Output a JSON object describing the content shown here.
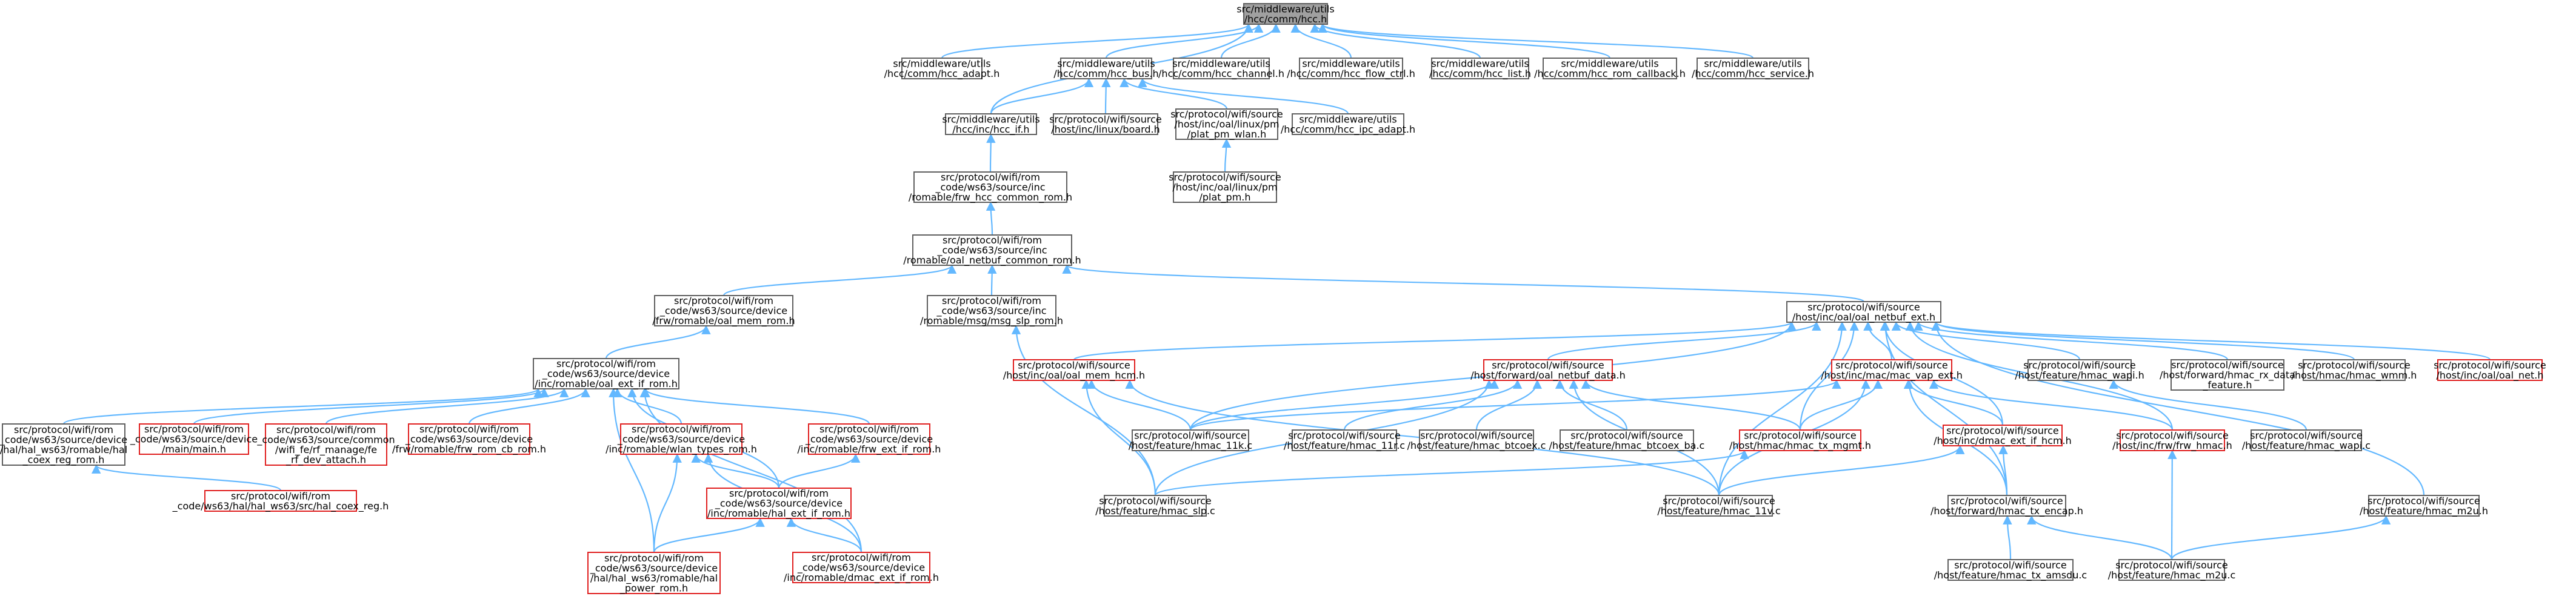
{
  "colors": {
    "edge": "#63b8ff",
    "current_fill": "#a0a0a0",
    "red_border": "#e02020",
    "normal_border": "#606060"
  },
  "nodes": [
    {
      "id": "n0",
      "lines": [
        "src/middleware/utils",
        "/hcc/comm/hcc.h"
      ],
      "style": "current"
    },
    {
      "id": "n1",
      "lines": [
        "src/middleware/utils",
        "/hcc/comm/hcc_adapt.h"
      ],
      "style": "normal"
    },
    {
      "id": "n2",
      "lines": [
        "src/middleware/utils",
        "/hcc/comm/hcc_bus.h"
      ],
      "style": "normal"
    },
    {
      "id": "n3",
      "lines": [
        "src/middleware/utils",
        "/hcc/comm/hcc_channel.h"
      ],
      "style": "normal"
    },
    {
      "id": "n4",
      "lines": [
        "src/middleware/utils",
        "/hcc/comm/hcc_flow_ctrl.h"
      ],
      "style": "normal"
    },
    {
      "id": "n5",
      "lines": [
        "src/middleware/utils",
        "/hcc/comm/hcc_list.h"
      ],
      "style": "normal"
    },
    {
      "id": "n6",
      "lines": [
        "src/middleware/utils",
        "/hcc/comm/hcc_rom_callback.h"
      ],
      "style": "normal"
    },
    {
      "id": "n7",
      "lines": [
        "src/middleware/utils",
        "/hcc/comm/hcc_service.h"
      ],
      "style": "normal"
    },
    {
      "id": "n8",
      "lines": [
        "src/middleware/utils",
        "/hcc/inc/hcc_if.h"
      ],
      "style": "normal"
    },
    {
      "id": "n9",
      "lines": [
        "src/protocol/wifi/source",
        "/host/inc/linux/board.h"
      ],
      "style": "normal"
    },
    {
      "id": "n10",
      "lines": [
        "src/protocol/wifi/source",
        "/host/inc/oal/linux/pm",
        "/plat_pm_wlan.h"
      ],
      "style": "normal"
    },
    {
      "id": "n11",
      "lines": [
        "src/middleware/utils",
        "/hcc/comm/hcc_ipc_adapt.h"
      ],
      "style": "normal"
    },
    {
      "id": "n12",
      "lines": [
        "src/protocol/wifi/rom",
        "_code/ws63/source/inc",
        "/romable/frw_hcc_common_rom.h"
      ],
      "style": "normal"
    },
    {
      "id": "n13",
      "lines": [
        "src/protocol/wifi/source",
        "/host/inc/oal/linux/pm",
        "/plat_pm.h"
      ],
      "style": "normal"
    },
    {
      "id": "n14",
      "lines": [
        "src/protocol/wifi/rom",
        "_code/ws63/source/inc",
        "/romable/oal_netbuf_common_rom.h"
      ],
      "style": "normal"
    },
    {
      "id": "n15",
      "lines": [
        "src/protocol/wifi/rom",
        "_code/ws63/source/device",
        "/frw/romable/oal_mem_rom.h"
      ],
      "style": "normal"
    },
    {
      "id": "n16",
      "lines": [
        "src/protocol/wifi/rom",
        "_code/ws63/source/inc",
        "/romable/msg/msg_slp_rom.h"
      ],
      "style": "normal"
    },
    {
      "id": "n17",
      "lines": [
        "src/protocol/wifi/source",
        "/host/inc/oal/oal_netbuf_ext.h"
      ],
      "style": "normal"
    },
    {
      "id": "n18",
      "lines": [
        "src/protocol/wifi/rom",
        "_code/ws63/source/device",
        "/inc/romable/oal_ext_if_rom.h"
      ],
      "style": "normal"
    },
    {
      "id": "n19",
      "lines": [
        "src/protocol/wifi/source",
        "/host/inc/oal/oal_mem_hcm.h"
      ],
      "style": "red"
    },
    {
      "id": "n20",
      "lines": [
        "src/protocol/wifi/source",
        "/host/forward/oal_netbuf_data.h"
      ],
      "style": "red"
    },
    {
      "id": "n21",
      "lines": [
        "src/protocol/wifi/source",
        "/host/inc/mac/mac_vap_ext.h"
      ],
      "style": "red"
    },
    {
      "id": "n22",
      "lines": [
        "src/protocol/wifi/source",
        "/host/feature/hmac_wapi.h"
      ],
      "style": "normal"
    },
    {
      "id": "n23",
      "lines": [
        "src/protocol/wifi/source",
        "/host/forward/hmac_rx_data",
        "_feature.h"
      ],
      "style": "normal"
    },
    {
      "id": "n24",
      "lines": [
        "src/protocol/wifi/source",
        "/host/hmac/hmac_wmm.h"
      ],
      "style": "normal"
    },
    {
      "id": "n25",
      "lines": [
        "src/protocol/wifi/source",
        "/host/inc/oal/oal_net.h"
      ],
      "style": "red"
    },
    {
      "id": "n26",
      "lines": [
        "src/protocol/wifi/rom",
        "_code/ws63/source/device",
        "/hal/hal_ws63/romable/hal",
        "_coex_reg_rom.h"
      ],
      "style": "normal"
    },
    {
      "id": "n27",
      "lines": [
        "src/protocol/wifi/rom",
        "_code/ws63/source/device",
        "/main/main.h"
      ],
      "style": "red"
    },
    {
      "id": "n28",
      "lines": [
        "src/protocol/wifi/rom",
        "_code/ws63/source/common",
        "/wifi_fe/rf_manage/fe",
        "_rf_dev_attach.h"
      ],
      "style": "red"
    },
    {
      "id": "n29",
      "lines": [
        "src/protocol/wifi/rom",
        "_code/ws63/source/device",
        "/frw/romable/frw_rom_cb_rom.h"
      ],
      "style": "red"
    },
    {
      "id": "n30",
      "lines": [
        "src/protocol/wifi/rom",
        "_code/ws63/source/device",
        "/inc/romable/wlan_types_rom.h"
      ],
      "style": "red"
    },
    {
      "id": "n31",
      "lines": [
        "src/protocol/wifi/rom",
        "_code/ws63/source/device",
        "/inc/romable/frw_ext_if_rom.h"
      ],
      "style": "red"
    },
    {
      "id": "n32",
      "lines": [
        "src/protocol/wifi/source",
        "/host/feature/hmac_11k.c"
      ],
      "style": "normal"
    },
    {
      "id": "n33",
      "lines": [
        "src/protocol/wifi/source",
        "/host/feature/hmac_11r.c"
      ],
      "style": "normal"
    },
    {
      "id": "n34",
      "lines": [
        "src/protocol/wifi/source",
        "/host/feature/hmac_btcoex.c"
      ],
      "style": "normal"
    },
    {
      "id": "n35",
      "lines": [
        "src/protocol/wifi/source",
        "/host/feature/hmac_btcoex_ba.c"
      ],
      "style": "normal"
    },
    {
      "id": "n36",
      "lines": [
        "src/protocol/wifi/source",
        "/host/hmac/hmac_tx_mgmt.h"
      ],
      "style": "red"
    },
    {
      "id": "n37",
      "lines": [
        "src/protocol/wifi/source",
        "/host/inc/dmac_ext_if_hcm.h"
      ],
      "style": "red"
    },
    {
      "id": "n38",
      "lines": [
        "src/protocol/wifi/source",
        "/host/inc/frw/frw_hmac.h"
      ],
      "style": "red"
    },
    {
      "id": "n39",
      "lines": [
        "src/protocol/wifi/source",
        "/host/feature/hmac_wapi.c"
      ],
      "style": "normal"
    },
    {
      "id": "n40",
      "lines": [
        "src/protocol/wifi/rom",
        "_code/ws63/hal/hal_ws63/src/hal_coex_reg.h"
      ],
      "style": "red"
    },
    {
      "id": "n41",
      "lines": [
        "src/protocol/wifi/rom",
        "_code/ws63/source/device",
        "/inc/romable/hal_ext_if_rom.h"
      ],
      "style": "red"
    },
    {
      "id": "n42",
      "lines": [
        "src/protocol/wifi/source",
        "/host/feature/hmac_slp.c"
      ],
      "style": "normal"
    },
    {
      "id": "n43",
      "lines": [
        "src/protocol/wifi/source",
        "/host/feature/hmac_11v.c"
      ],
      "style": "normal"
    },
    {
      "id": "n44",
      "lines": [
        "src/protocol/wifi/source",
        "/host/forward/hmac_tx_encap.h"
      ],
      "style": "normal"
    },
    {
      "id": "n45",
      "lines": [
        "src/protocol/wifi/source",
        "/host/feature/hmac_m2u.h"
      ],
      "style": "normal"
    },
    {
      "id": "n46",
      "lines": [
        "src/protocol/wifi/rom",
        "_code/ws63/source/device",
        "/hal/hal_ws63/romable/hal",
        "_power_rom.h"
      ],
      "style": "red"
    },
    {
      "id": "n47",
      "lines": [
        "src/protocol/wifi/rom",
        "_code/ws63/source/device",
        "/inc/romable/dmac_ext_if_rom.h"
      ],
      "style": "red"
    },
    {
      "id": "n48",
      "lines": [
        "src/protocol/wifi/source",
        "/host/feature/hmac_tx_amsdu.c"
      ],
      "style": "normal"
    },
    {
      "id": "n49",
      "lines": [
        "src/protocol/wifi/source",
        "/host/feature/hmac_m2u.c"
      ],
      "style": "normal"
    }
  ],
  "edges": [
    [
      "n1",
      "n0"
    ],
    [
      "n2",
      "n0"
    ],
    [
      "n3",
      "n0"
    ],
    [
      "n4",
      "n0"
    ],
    [
      "n5",
      "n0"
    ],
    [
      "n6",
      "n0"
    ],
    [
      "n7",
      "n0"
    ],
    [
      "n8",
      "n0"
    ],
    [
      "n8",
      "n2"
    ],
    [
      "n9",
      "n2"
    ],
    [
      "n10",
      "n2"
    ],
    [
      "n11",
      "n2"
    ],
    [
      "n12",
      "n8"
    ],
    [
      "n13",
      "n10"
    ],
    [
      "n14",
      "n12"
    ],
    [
      "n15",
      "n14"
    ],
    [
      "n16",
      "n14"
    ],
    [
      "n17",
      "n14"
    ],
    [
      "n18",
      "n15"
    ],
    [
      "n19",
      "n17"
    ],
    [
      "n20",
      "n17"
    ],
    [
      "n21",
      "n17"
    ],
    [
      "n22",
      "n17"
    ],
    [
      "n23",
      "n17"
    ],
    [
      "n24",
      "n17"
    ],
    [
      "n25",
      "n17"
    ],
    [
      "n32",
      "n17"
    ],
    [
      "n36",
      "n17"
    ],
    [
      "n37",
      "n17"
    ],
    [
      "n38",
      "n17"
    ],
    [
      "n43",
      "n17"
    ],
    [
      "n44",
      "n17"
    ],
    [
      "n45",
      "n17"
    ],
    [
      "n26",
      "n18"
    ],
    [
      "n27",
      "n18"
    ],
    [
      "n28",
      "n18"
    ],
    [
      "n29",
      "n18"
    ],
    [
      "n30",
      "n18"
    ],
    [
      "n31",
      "n18"
    ],
    [
      "n41",
      "n18"
    ],
    [
      "n46",
      "n18"
    ],
    [
      "n47",
      "n18"
    ],
    [
      "n40",
      "n26"
    ],
    [
      "n41",
      "n30"
    ],
    [
      "n46",
      "n30"
    ],
    [
      "n47",
      "n30"
    ],
    [
      "n41",
      "n31"
    ],
    [
      "n46",
      "n41"
    ],
    [
      "n47",
      "n41"
    ],
    [
      "n42",
      "n16"
    ],
    [
      "n32",
      "n19"
    ],
    [
      "n42",
      "n19"
    ],
    [
      "n43",
      "n19"
    ],
    [
      "n32",
      "n20"
    ],
    [
      "n33",
      "n20"
    ],
    [
      "n34",
      "n20"
    ],
    [
      "n35",
      "n20"
    ],
    [
      "n36",
      "n20"
    ],
    [
      "n42",
      "n20"
    ],
    [
      "n43",
      "n20"
    ],
    [
      "n32",
      "n21"
    ],
    [
      "n36",
      "n21"
    ],
    [
      "n37",
      "n21"
    ],
    [
      "n38",
      "n21"
    ],
    [
      "n43",
      "n21"
    ],
    [
      "n44",
      "n21"
    ],
    [
      "n39",
      "n22"
    ],
    [
      "n42",
      "n36"
    ],
    [
      "n43",
      "n37"
    ],
    [
      "n44",
      "n37"
    ],
    [
      "n49",
      "n38"
    ],
    [
      "n48",
      "n44"
    ],
    [
      "n49",
      "n44"
    ],
    [
      "n49",
      "n45"
    ]
  ]
}
